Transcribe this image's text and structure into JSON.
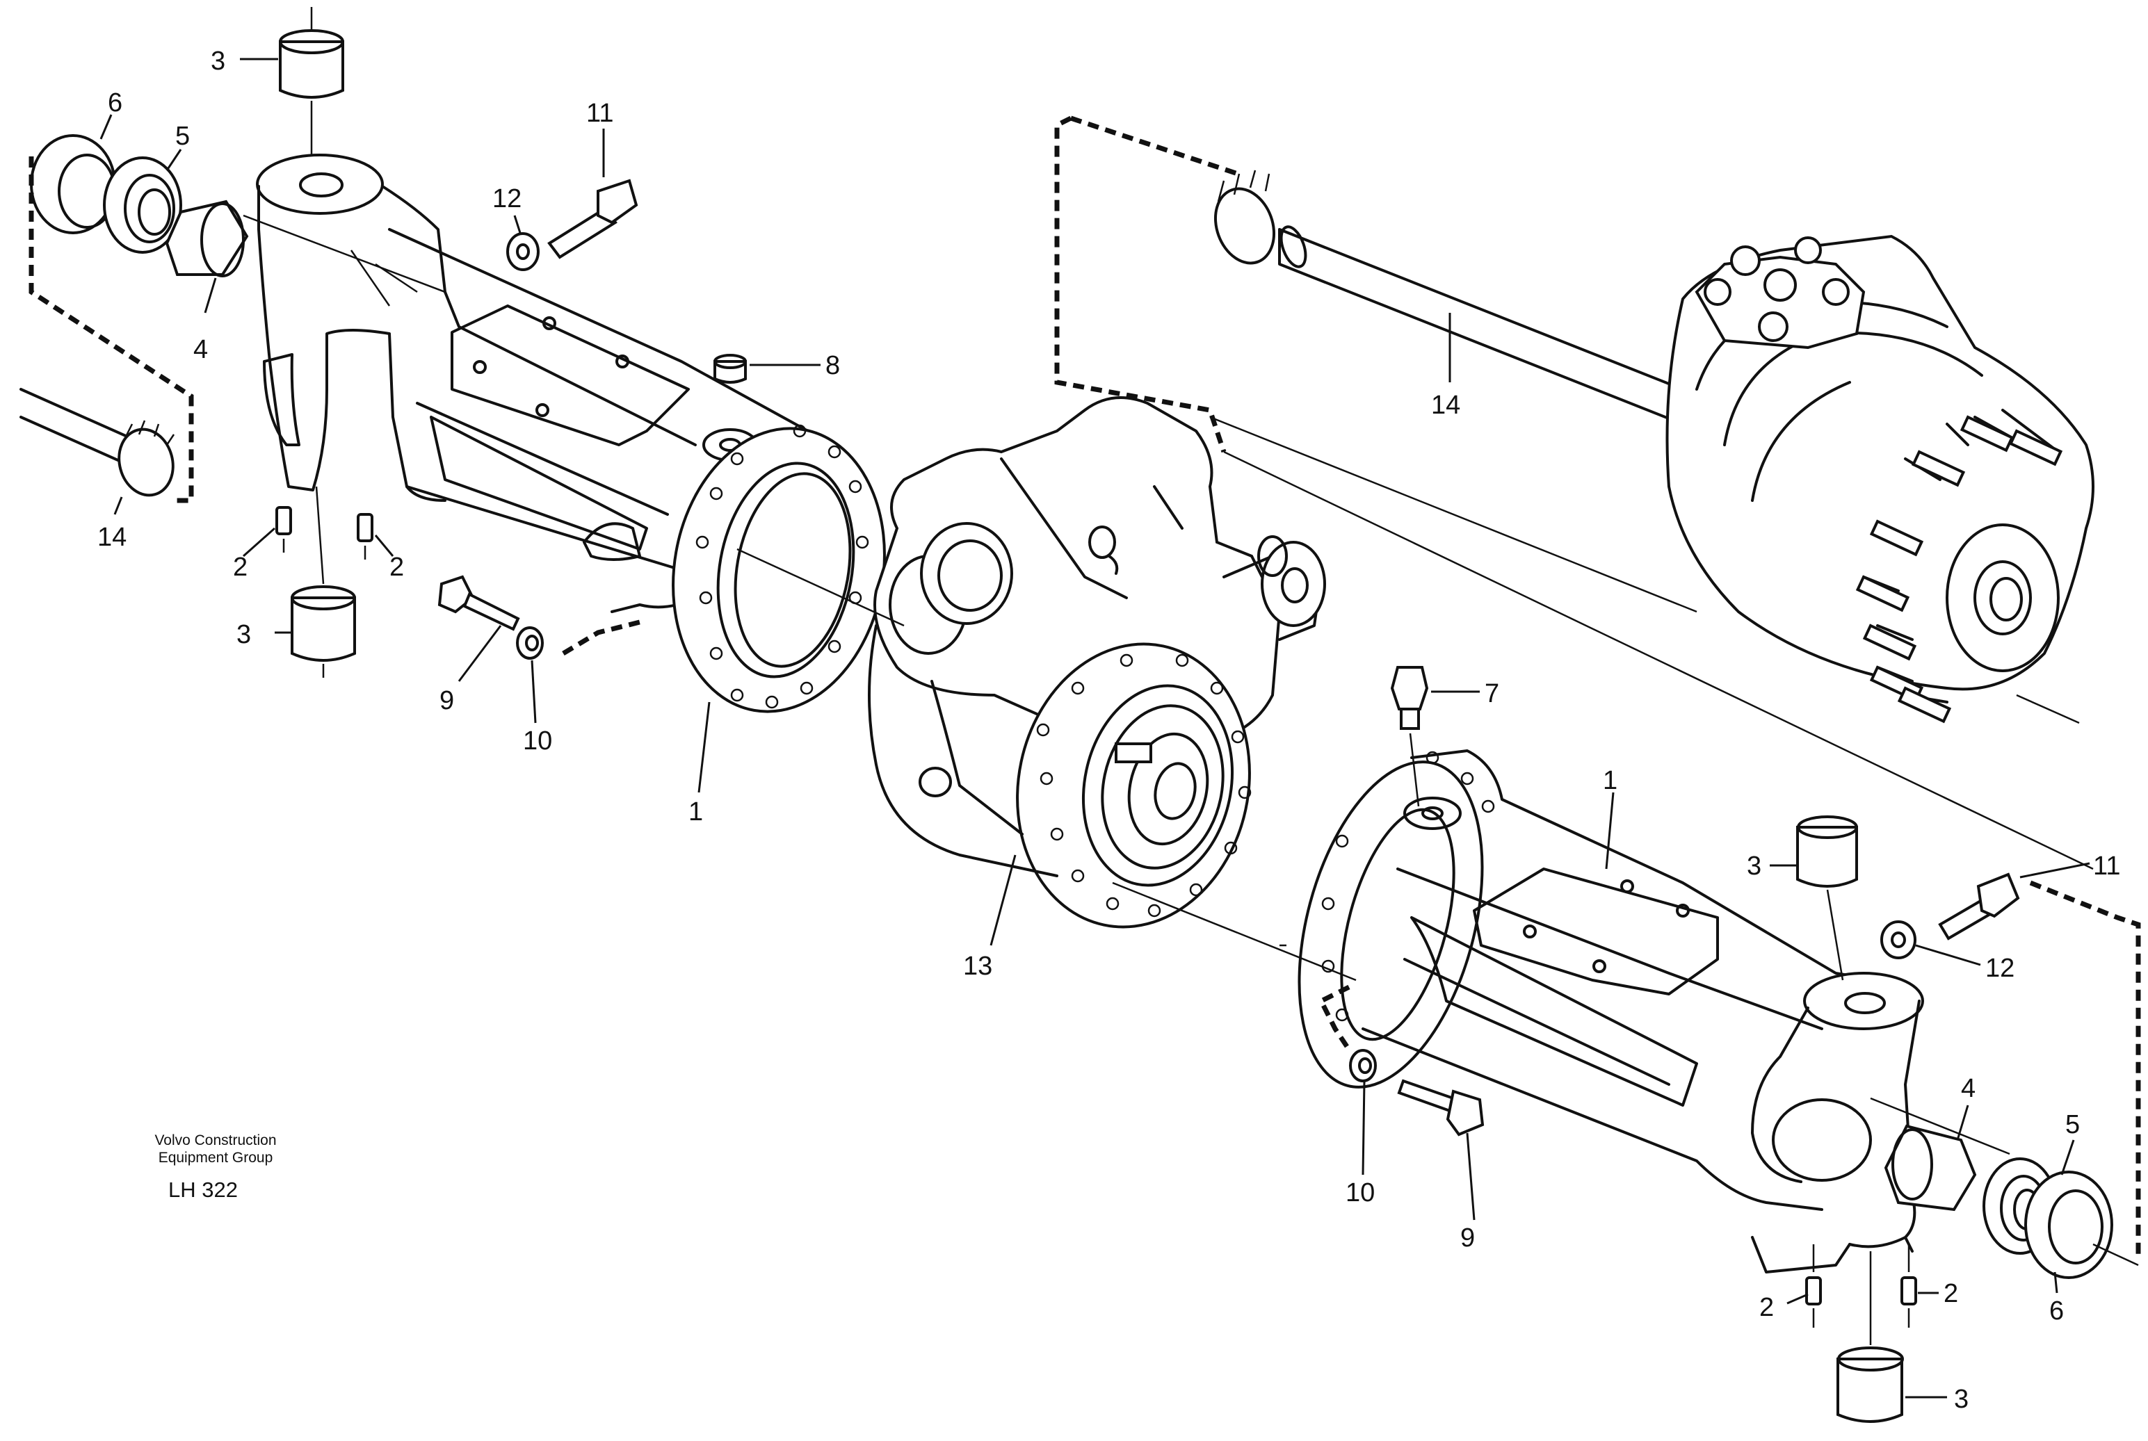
{
  "caption": {
    "organization_line1": "Volvo Construction",
    "organization_line2": "Equipment Group",
    "code": "LH 322"
  },
  "callouts": {
    "c1_left": "1",
    "c1_right": "1",
    "c2_left_a": "2",
    "c2_left_b": "2",
    "c2_right_a": "2",
    "c2_right_b": "2",
    "c3_top_left": "3",
    "c3_mid_left": "3",
    "c3_right_upper": "3",
    "c3_bottom_right": "3",
    "c4_left": "4",
    "c4_right": "4",
    "c5_left": "5",
    "c5_right": "5",
    "c6_left": "6",
    "c6_right": "6",
    "c7": "7",
    "c8": "8",
    "c9_left": "9",
    "c9_right": "9",
    "c10_left": "10",
    "c10_right": "10",
    "c11_left": "11",
    "c11_right": "11",
    "c12_left": "12",
    "c12_right": "12",
    "c13": "13",
    "c14_left": "14",
    "c14_right": "14"
  }
}
